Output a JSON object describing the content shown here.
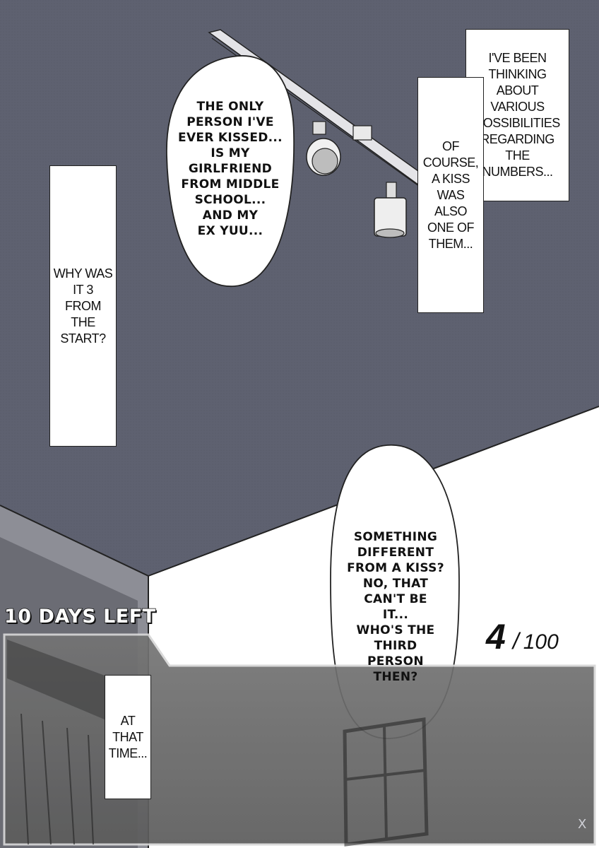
{
  "narration": {
    "box_1": "I'VE BEEN\nTHINKING\nABOUT\nVARIOUS\nPOSSIBILITIES\nREGARDING\nTHE NUMBERS...",
    "box_2": "OF\nCOURSE,\nA KISS\nWAS ALSO\nONE OF\nTHEM...",
    "box_3": "WHY WAS\nIT 3\nFROM THE\nSTART?",
    "box_4": "AT THAT\nTIME..."
  },
  "speech": {
    "bubble_1": "THE ONLY\nPERSON I'VE\nEVER KISSED...\nIS MY\nGIRLFRIEND\nFROM MIDDLE\nSCHOOL...\nAND MY\nEX YUU...",
    "bubble_2": "SOMETHING\nDIFFERENT\nFROM A KISS?\nNO, THAT\nCAN'T BE\nIT...\nWHO'S THE\nTHIRD\nPERSON\nTHEN?"
  },
  "hud": {
    "days_left": "10 DAYS LEFT",
    "score_current": "4",
    "score_separator": "/",
    "score_total": "100",
    "close_symbol": "X"
  },
  "colors": {
    "ceiling": "#5e6170",
    "wall": "#ffffff",
    "panel": "#6c6c6c",
    "panel_border": "#d6d6d6"
  }
}
